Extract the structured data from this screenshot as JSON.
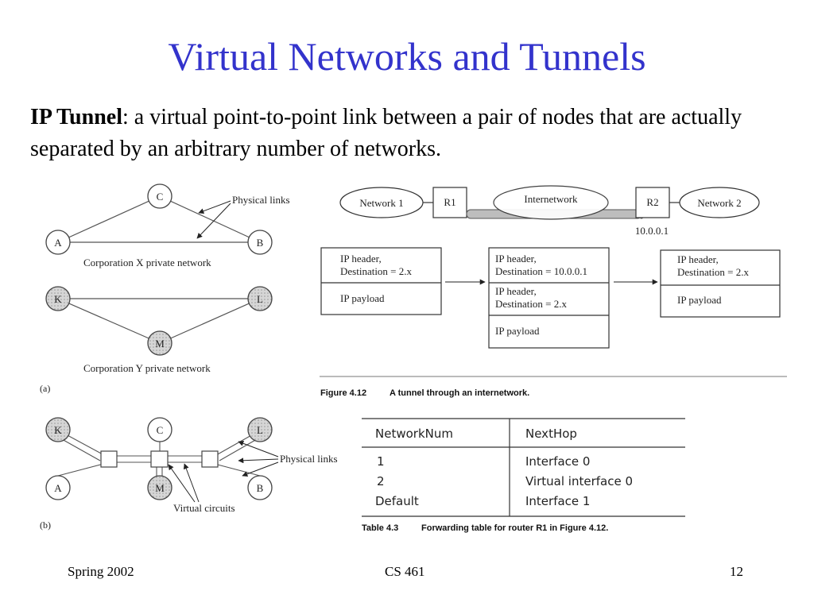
{
  "slide": {
    "title": "Virtual Networks and Tunnels",
    "term": "IP Tunnel",
    "definition": ": a virtual point-to-point link between a pair of nodes that are actually separated by an arbitrary number of networks."
  },
  "figure_a": {
    "nodes": [
      "C",
      "A",
      "B",
      "K",
      "L",
      "M"
    ],
    "physical_links_label": "Physical links",
    "corp_x_label": "Corporation X private network",
    "corp_y_label": "Corporation Y private network",
    "panel_label": "(a)"
  },
  "figure_b": {
    "nodes": [
      "K",
      "C",
      "L",
      "A",
      "M",
      "B"
    ],
    "physical_links_label": "Physical links",
    "virtual_circuits_label": "Virtual circuits",
    "panel_label": "(b)"
  },
  "tunnel_figure": {
    "network1": "Network 1",
    "r1": "R1",
    "internetwork": "Internetwork",
    "r2": "R2",
    "network2": "Network 2",
    "r2_address": "10.0.0.1",
    "packet1": {
      "header": "IP header,",
      "dest": "Destination = 2.x",
      "payload": "IP payload"
    },
    "packet2": {
      "outer_header": "IP header,",
      "outer_dest": "Destination = 10.0.0.1",
      "inner_header": "IP header,",
      "inner_dest": "Destination = 2.x",
      "payload": "IP payload"
    },
    "packet3": {
      "header": "IP header,",
      "dest": "Destination = 2.x",
      "payload": "IP payload"
    },
    "caption_num": "Figure 4.12",
    "caption_text": "A tunnel through an internetwork."
  },
  "forwarding_table": {
    "headers": [
      "NetworkNum",
      "NextHop"
    ],
    "rows": [
      [
        "1",
        "Interface 0"
      ],
      [
        "2",
        "Virtual interface 0"
      ],
      [
        "Default",
        "Interface 1"
      ]
    ],
    "caption_num": "Table 4.3",
    "caption_text": "Forwarding table for router R1 in Figure 4.12."
  },
  "footer": {
    "left": "Spring 2002",
    "center": "CS 461",
    "right": "12"
  },
  "colors": {
    "title": "#3333cc",
    "node_shade": "#c8c8c8"
  }
}
